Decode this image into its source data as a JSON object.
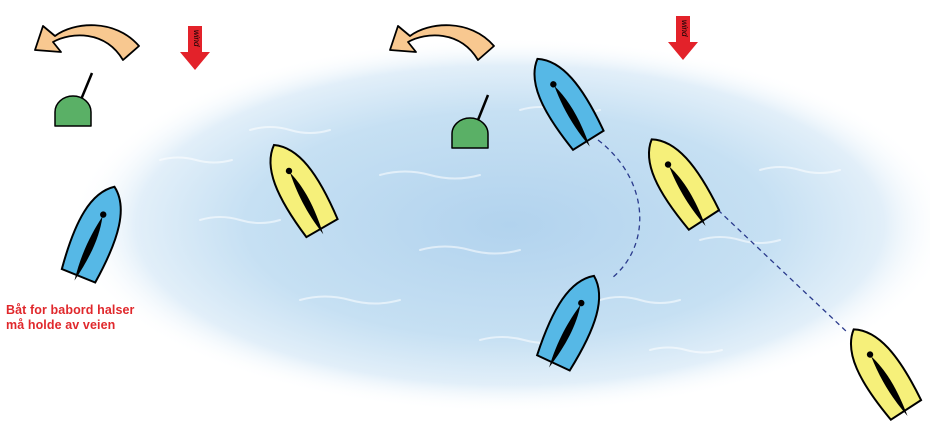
{
  "caption": {
    "line1": "Båt for babord halser",
    "line2": "må holde av veien"
  },
  "wind_label": "wind",
  "colors": {
    "rule_text": "#e0282c",
    "wind_arrow": "#e3222a",
    "rounding_arrow": "#f8c890",
    "mark": "#5ab066",
    "port_tack_boat": "#56b8e6",
    "starboard_tack_boat": "#f6f07a",
    "track_line": "#2a3a8c",
    "water": "#c3ddf0"
  },
  "icons": [
    "rounding-arrow-icon",
    "wind-arrow-icon",
    "mark-buoy-icon",
    "sailboat-icon"
  ]
}
